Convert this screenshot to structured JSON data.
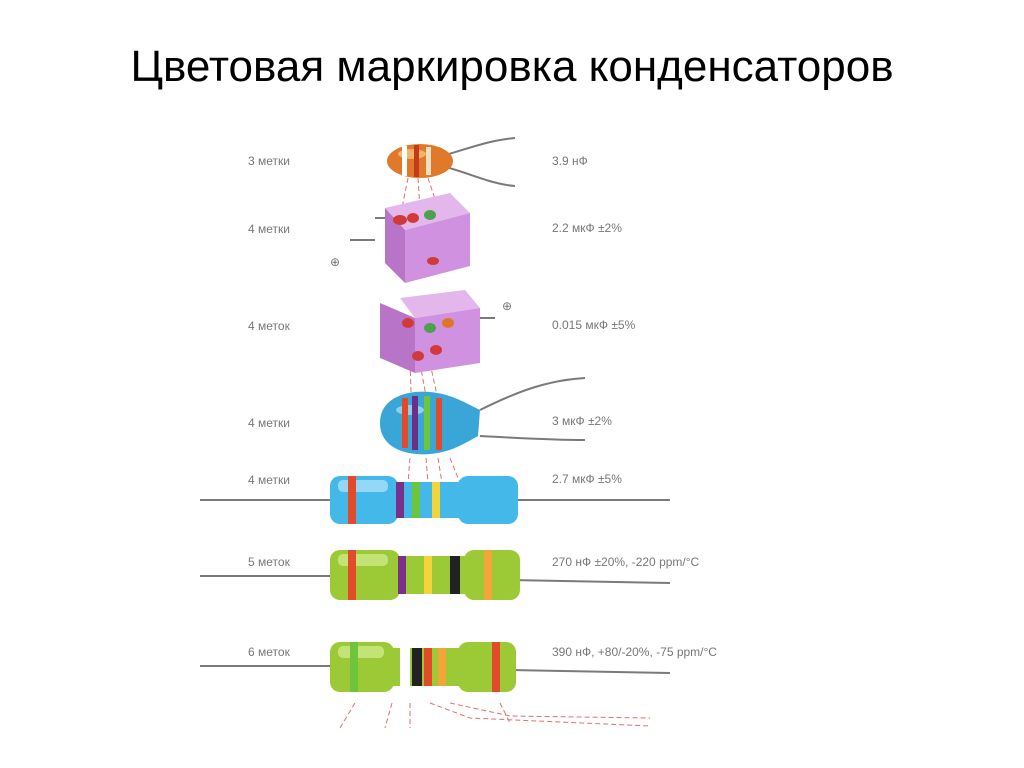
{
  "title": "Цветовая маркировка конденсаторов",
  "rows": [
    {
      "marks": "3 метки",
      "value": "3.9 нФ"
    },
    {
      "marks": "4 метки",
      "value": "2.2 мкФ ±2%"
    },
    {
      "marks": "4 меток",
      "value": "0.015 мкФ ±5%"
    },
    {
      "marks": "4 метки",
      "value": "3 мкФ ±2%"
    },
    {
      "marks": "4 метки",
      "value": "2.7 мкФ ±5%"
    },
    {
      "marks": "5 меток",
      "value": "270 нФ ±20%, -220 ppm/°C"
    },
    {
      "marks": "6 меток",
      "value": "390 нФ, +80/-20%, -75 ppm/°C"
    }
  ],
  "polarity_symbol": "⊕",
  "colors": {
    "ceramic_disc": "#e07a2a",
    "tantalum_cube": "#c989d6",
    "dipped_blue": "#3aa6d8",
    "axial_blue": "#45b8ea",
    "axial_green": "#9cc936"
  }
}
